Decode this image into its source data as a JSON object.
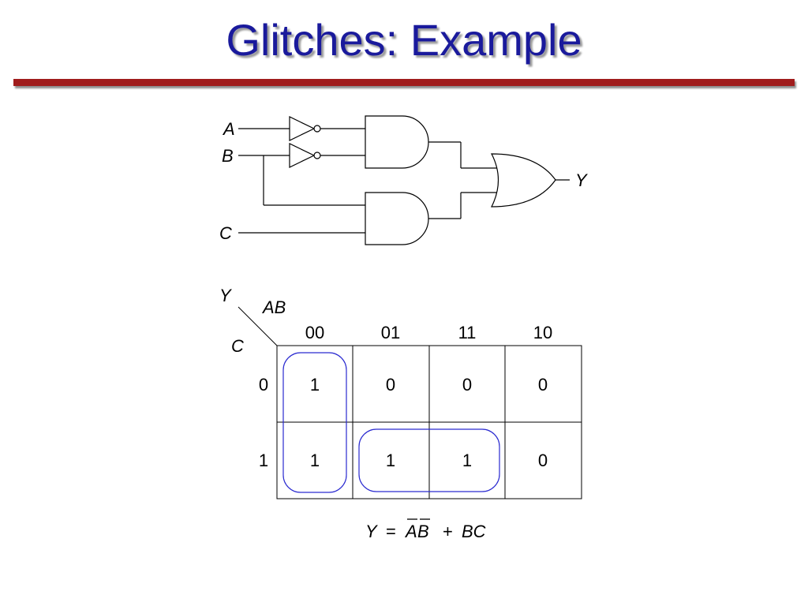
{
  "slide": {
    "title": "Glitches: Example"
  },
  "circuit": {
    "inputs": [
      "A",
      "B",
      "C"
    ],
    "output": "Y"
  },
  "kmap": {
    "corner_label": "Y",
    "column_var": "AB",
    "row_var": "C",
    "column_headers": [
      "00",
      "01",
      "11",
      "10"
    ],
    "row_headers": [
      "0",
      "1"
    ],
    "cells": [
      [
        "1",
        "0",
        "0",
        "0"
      ],
      [
        "1",
        "1",
        "1",
        "0"
      ]
    ]
  },
  "equation": {
    "lhs": "Y",
    "eq": "=",
    "a_bar": "A",
    "b_bar": "B",
    "plus": "+",
    "term2": "BC"
  },
  "colors": {
    "title": "#1a1a9c",
    "rule": "#a01c1c",
    "loop": "#2a2ad0"
  }
}
